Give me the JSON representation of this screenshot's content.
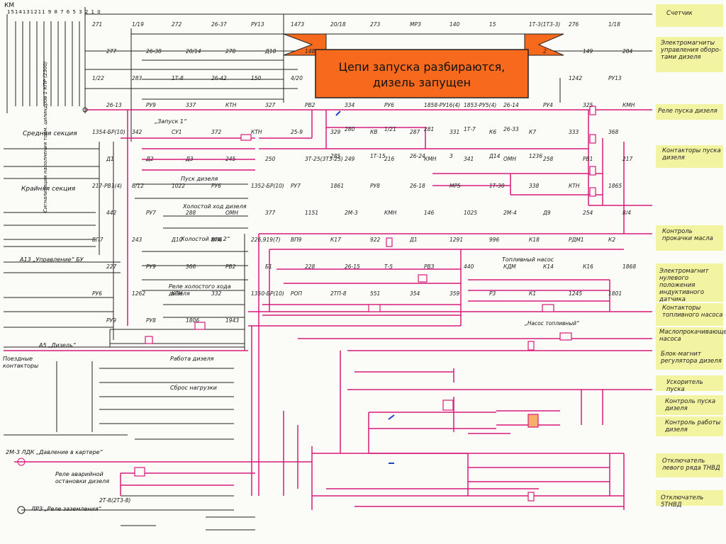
{
  "banner": {
    "line1": "Цепи запуска разбираются,",
    "line2": "дизель запущен",
    "fill": "#f76a1e"
  },
  "colors": {
    "wire": "#d81b7a",
    "wire_dark": "#222222",
    "highlight": "#eef05a",
    "accent": "#1e3fd0"
  },
  "top_left": {
    "km": "КМ",
    "km_numbers": "1514131211 9 8 7 6 5 3 2 1 0"
  },
  "right_labels": [
    "Счетчик",
    "Электромагниты управления оборо-тами дизеля",
    "Реле пуска дизеля",
    "Контакторы пуска дизеля",
    "Контроль прокачки масла",
    "Электромагнит нулевого положения индуктивного датчика",
    "Контакторы топливного насоса",
    "Маслопрокачивающего насоса",
    "Блок-магнит регулятора дизеля",
    "Ускоритель пуска",
    "Контроль пуска дизеля",
    "Контроль работы дизеля",
    "Отключатель левого ряда ТНВД",
    "Отключатель 5ТНВД"
  ],
  "left_sections": {
    "middle": "Средняя секция",
    "extreme": "Крайняя секция",
    "a13": "А13 „Управление“ БУ",
    "a5": "А5 „Дизель“",
    "loco": "Поездные контакторы",
    "vertical_signal": "Сигнализация наполнения торм. цилиндров 1 КПР (2300)"
  },
  "mid_labels": {
    "zapusk1": "„Запуск 1“",
    "pusk_dizelya": "Пуск дизеля",
    "holostoy": "Холостой ход дизеля",
    "holostoy2": "Холостой ход 2“",
    "rele_hol": "Реле холостого хода дизеля",
    "rabota": "Работа дизеля",
    "sbros": "Сброс нагрузки",
    "toplivny": "Топливный насос",
    "nasos_topl": "„Насос топливный“",
    "davlenie": "2М-3 ЛДК „Давление в картере“",
    "avariya": "Реле аварийной остановки дизеля",
    "zazem": "ЛРЗ „Реле заземления“",
    "zazem_2t": "2Т-8(2Т3-8)"
  },
  "wire_numbers": [
    "271",
    "1/19",
    "272",
    "26-37",
    "РУ13",
    "1473",
    "20/18",
    "273",
    "МРЗ",
    "140",
    "15",
    "1Т-3(1Т3-3)",
    "276",
    "1/18",
    "277",
    "26-38",
    "20/14",
    "278",
    "Д18",
    "148",
    "280",
    "1/21",
    "281",
    "1Т-7",
    "26-33",
    "2",
    "149",
    "284",
    "1/22",
    "283",
    "1Т-8",
    "26-42",
    "150",
    "4/20",
    "285",
    "1Т-15",
    "26-24",
    "3",
    "Д14",
    "1236",
    "1242",
    "РУ13",
    "26-13",
    "РУ9",
    "337",
    "КТН",
    "327",
    "РВ2",
    "334",
    "РУ6",
    "1858-РУ16(4)",
    "1853-РУ5(4)",
    "26-14",
    "РУ4",
    "325",
    "КМН",
    "1354-БР(10)",
    "342",
    "СУ1",
    "372",
    "КТН",
    "25-9",
    "329",
    "КВ",
    "287",
    "331",
    "К6",
    "К7",
    "333",
    "368",
    "Д1",
    "Д2",
    "Д3",
    "245",
    "250",
    "3Т-25(3Т3-25)",
    "249",
    "216",
    "КМН",
    "341",
    "ОМН",
    "258",
    "РВ1",
    "217",
    "217-РВ1(4)",
    "8/12",
    "1022",
    "РУ6",
    "1352-БР(10)",
    "РУ7",
    "1861",
    "РУ8",
    "26-18",
    "МР5",
    "1Т-30",
    "338",
    "КТН",
    "1865",
    "442",
    "РУ7",
    "288",
    "ОМН",
    "377",
    "1151",
    "2М-3",
    "КМН",
    "146",
    "1025",
    "2М-4",
    "Д9",
    "254",
    "8/4",
    "ВП7",
    "243",
    "Д10",
    "ВП6",
    "226,919(7)",
    "ВП9",
    "К17",
    "922",
    "Д1",
    "1291",
    "996",
    "К18",
    "РДМ1",
    "К2",
    "227",
    "РУ9",
    "366",
    "РВ2",
    "Б1",
    "228",
    "26-15",
    "Т-5",
    "РВЗ",
    "440",
    "КДМ",
    "К14",
    "К16",
    "1868",
    "РУ6",
    "1262",
    "КТН",
    "332",
    "1350-БР(10)",
    "РОП",
    "2ТП-8",
    "551",
    "354",
    "359",
    "Р3",
    "К1",
    "1245",
    "1801",
    "РУ9",
    "РУ8",
    "1806",
    "1943"
  ]
}
